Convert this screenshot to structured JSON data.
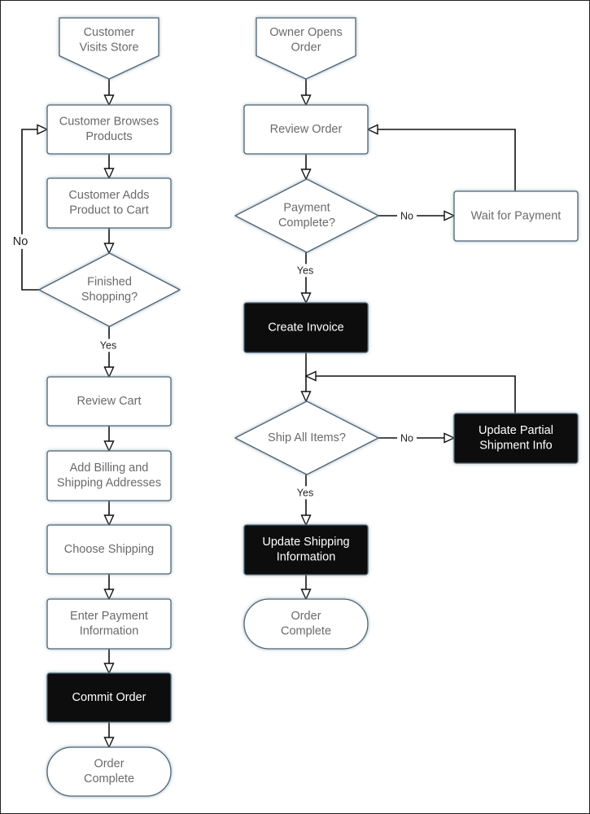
{
  "nodes": {
    "customer_visits": {
      "lines": [
        "Customer",
        "Visits Store"
      ],
      "shape": "offpage",
      "style": "light"
    },
    "browse": {
      "lines": [
        "Customer Browses",
        "Products"
      ],
      "shape": "process",
      "style": "light"
    },
    "add_cart": {
      "lines": [
        "Customer Adds",
        "Product to Cart"
      ],
      "shape": "process",
      "style": "light"
    },
    "finished": {
      "lines": [
        "Finished",
        "Shopping?"
      ],
      "shape": "decision",
      "style": "light"
    },
    "review_cart": {
      "lines": [
        "Review Cart"
      ],
      "shape": "process",
      "style": "light"
    },
    "billing": {
      "lines": [
        "Add Billing and",
        "Shipping Addresses"
      ],
      "shape": "process",
      "style": "light"
    },
    "choose_ship": {
      "lines": [
        "Choose Shipping"
      ],
      "shape": "process",
      "style": "light"
    },
    "payment_info": {
      "lines": [
        "Enter Payment",
        "Information"
      ],
      "shape": "process",
      "style": "light"
    },
    "commit": {
      "lines": [
        "Commit Order"
      ],
      "shape": "process",
      "style": "dark"
    },
    "complete_left": {
      "lines": [
        "Order",
        "Complete"
      ],
      "shape": "terminal",
      "style": "light"
    },
    "owner_opens": {
      "lines": [
        "Owner Opens",
        "Order"
      ],
      "shape": "offpage",
      "style": "light"
    },
    "review_order": {
      "lines": [
        "Review Order"
      ],
      "shape": "process",
      "style": "light"
    },
    "payment_complete": {
      "lines": [
        "Payment",
        "Complete?"
      ],
      "shape": "decision",
      "style": "light"
    },
    "wait_payment": {
      "lines": [
        "Wait for Payment"
      ],
      "shape": "process",
      "style": "light"
    },
    "create_invoice": {
      "lines": [
        "Create Invoice"
      ],
      "shape": "process",
      "style": "dark"
    },
    "ship_all": {
      "lines": [
        "Ship All Items?"
      ],
      "shape": "decision",
      "style": "light"
    },
    "partial": {
      "lines": [
        "Update Partial",
        "Shipment Info"
      ],
      "shape": "process",
      "style": "dark"
    },
    "update_ship": {
      "lines": [
        "Update Shipping",
        "Information"
      ],
      "shape": "process",
      "style": "dark"
    },
    "complete_right": {
      "lines": [
        "Order",
        "Complete"
      ],
      "shape": "terminal",
      "style": "light"
    }
  },
  "edges": [
    {
      "from": "customer_visits",
      "to": "browse",
      "label": ""
    },
    {
      "from": "browse",
      "to": "add_cart",
      "label": ""
    },
    {
      "from": "add_cart",
      "to": "finished",
      "label": ""
    },
    {
      "from": "finished",
      "to": "browse",
      "label": "No"
    },
    {
      "from": "finished",
      "to": "review_cart",
      "label": "Yes"
    },
    {
      "from": "review_cart",
      "to": "billing",
      "label": ""
    },
    {
      "from": "billing",
      "to": "choose_ship",
      "label": ""
    },
    {
      "from": "choose_ship",
      "to": "payment_info",
      "label": ""
    },
    {
      "from": "payment_info",
      "to": "commit",
      "label": ""
    },
    {
      "from": "commit",
      "to": "complete_left",
      "label": ""
    },
    {
      "from": "owner_opens",
      "to": "review_order",
      "label": ""
    },
    {
      "from": "review_order",
      "to": "payment_complete",
      "label": ""
    },
    {
      "from": "payment_complete",
      "to": "wait_payment",
      "label": "No"
    },
    {
      "from": "wait_payment",
      "to": "review_order",
      "label": ""
    },
    {
      "from": "payment_complete",
      "to": "create_invoice",
      "label": "Yes"
    },
    {
      "from": "create_invoice",
      "to": "ship_all",
      "label": ""
    },
    {
      "from": "ship_all",
      "to": "partial",
      "label": "No"
    },
    {
      "from": "partial",
      "to": "ship_all",
      "label": ""
    },
    {
      "from": "ship_all",
      "to": "update_ship",
      "label": "Yes"
    },
    {
      "from": "update_ship",
      "to": "complete_right",
      "label": ""
    }
  ],
  "colors": {
    "light_fill": "#ffffff",
    "dark_fill": "#0c0c0c",
    "node_stroke": "#4d6473",
    "node_glow": "#9db0bd",
    "line": "#111111",
    "light_text": "#6a6a6a",
    "dark_text": "#ffffff"
  }
}
